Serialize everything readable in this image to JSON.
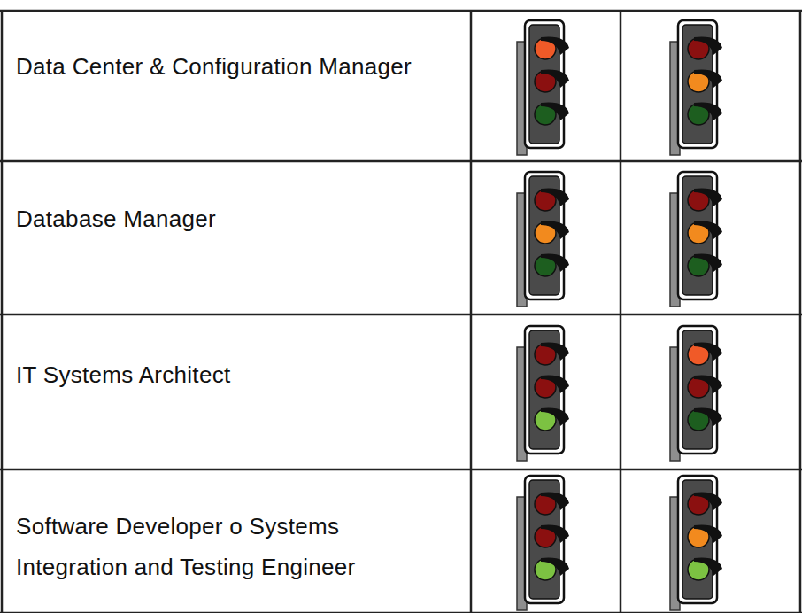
{
  "diagram": {
    "labels": [
      "Data Center & Configuration Manager",
      "Database Manager",
      "IT Systems Architect",
      "Software Developer o Systems Integration and Testing Engineer"
    ]
  }
}
